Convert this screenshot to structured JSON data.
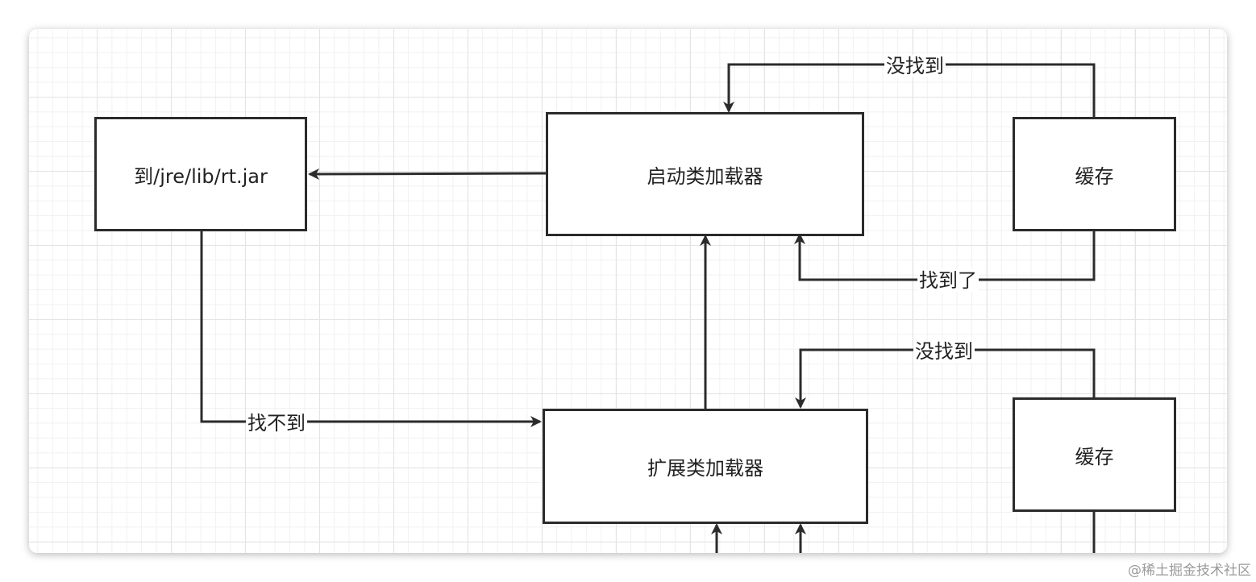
{
  "nodes": {
    "rtjar": "到/jre/lib/rt.jar",
    "bootstrap": "启动类加载器",
    "cache_top": "缓存",
    "extension": "扩展类加载器",
    "cache_bottom": "缓存"
  },
  "edges": {
    "not_found_top": "没找到",
    "found": "找到了",
    "not_found_mid": "没找到",
    "cannot_find": "找不到"
  },
  "watermark": "@稀土掘金技术社区"
}
